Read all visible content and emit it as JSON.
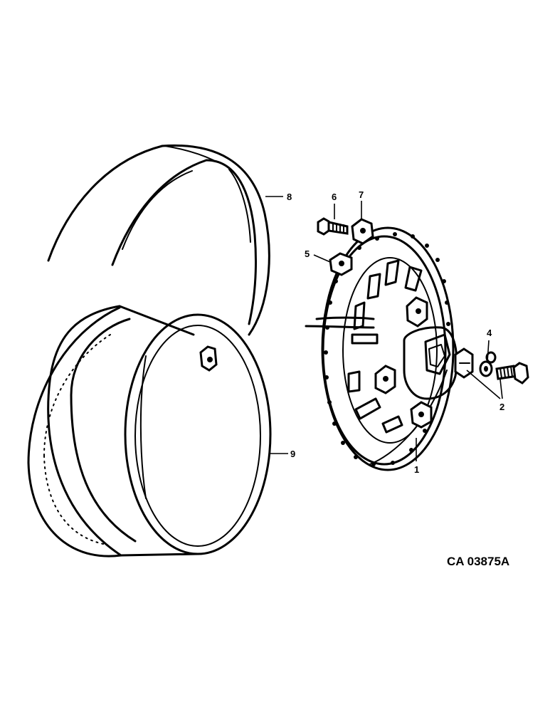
{
  "figure": {
    "reference": "CA 03875A"
  },
  "callouts": {
    "c1": "1",
    "c2": "2",
    "c4": "4",
    "c5": "5",
    "c6": "6",
    "c7": "7",
    "c8": "8",
    "c9": "9"
  },
  "colors": {
    "ink": "#000000",
    "paper": "#ffffff"
  }
}
